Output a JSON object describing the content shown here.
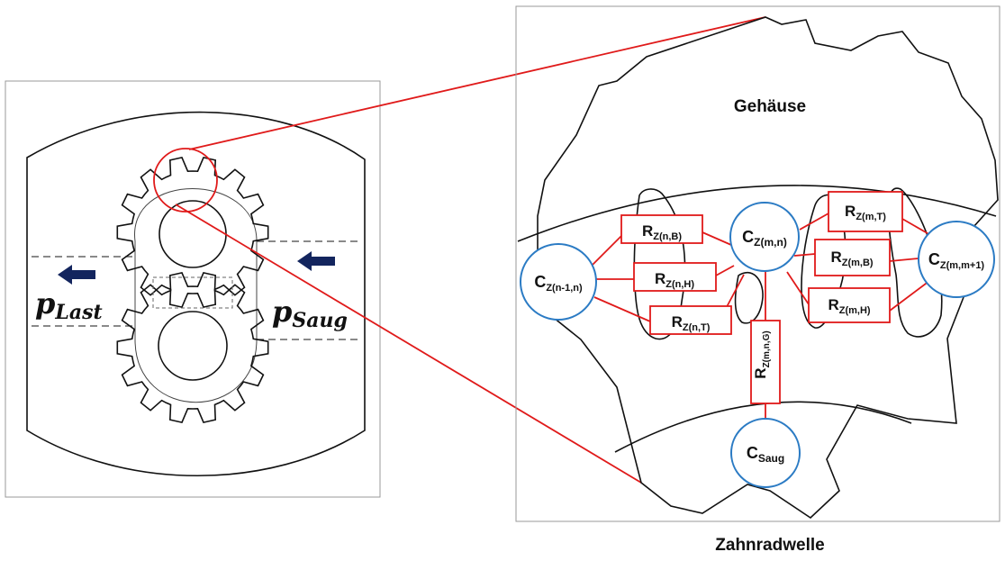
{
  "left_panel": {
    "p_last": {
      "base": "p",
      "sub": "Last"
    },
    "p_saug": {
      "base": "p",
      "sub": "Saug"
    }
  },
  "right_panel": {
    "gehaeuse": "Gehäuse",
    "zahnradwelle": "Zahnradwelle"
  },
  "network": {
    "capacitances": [
      {
        "id": "c_mn",
        "base": "C",
        "sub": "Z(m,n)"
      },
      {
        "id": "c_n1n",
        "base": "C",
        "sub": "Z(n-1,n)"
      },
      {
        "id": "c_mm1",
        "base": "C",
        "sub": "Z(m,m+1)"
      },
      {
        "id": "c_saug",
        "base": "C",
        "sub": "Saug"
      }
    ],
    "resistances": [
      {
        "id": "r_nb",
        "base": "R",
        "sub": "Z(n,B)"
      },
      {
        "id": "r_nh",
        "base": "R",
        "sub": "Z(n,H)"
      },
      {
        "id": "r_nt",
        "base": "R",
        "sub": "Z(n,T)"
      },
      {
        "id": "r_mt",
        "base": "R",
        "sub": "Z(m,T)"
      },
      {
        "id": "r_mb",
        "base": "R",
        "sub": "Z(m,B)"
      },
      {
        "id": "r_mh",
        "base": "R",
        "sub": "Z(m,H)"
      },
      {
        "id": "r_mng",
        "base": "R",
        "sub": "Z(m,n,G)"
      }
    ]
  },
  "colors": {
    "red": "#e01a1a",
    "blue": "#2b7bc4",
    "arrow": "#13255e"
  }
}
